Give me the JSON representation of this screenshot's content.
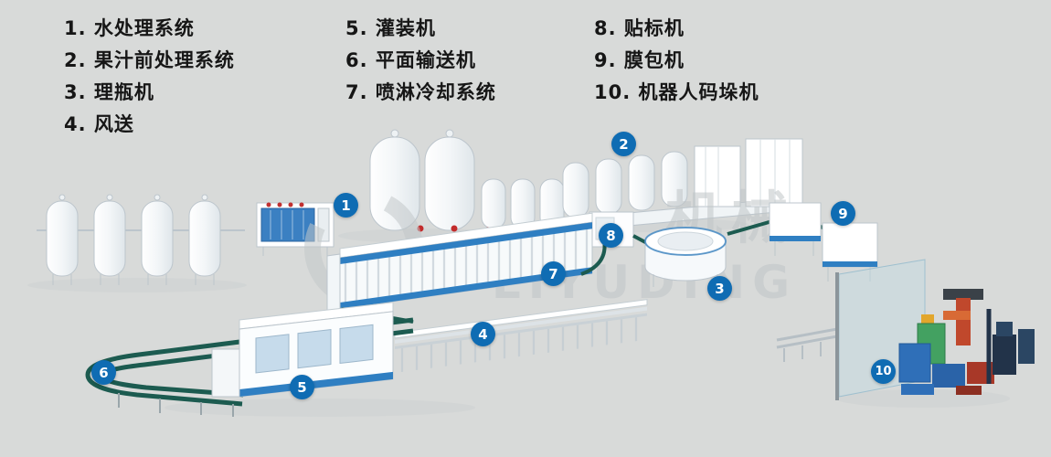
{
  "legend": {
    "columns": [
      {
        "items": [
          "1. 水处理系统",
          "2. 果汁前处理系统",
          "3. 理瓶机",
          "4. 风送"
        ]
      },
      {
        "items": [
          "5. 灌装机",
          "6. 平面输送机",
          "7. 喷淋冷却系统"
        ]
      },
      {
        "items": [
          "8. 贴标机",
          "9. 膜包机",
          "10. 机器人码垛机"
        ]
      }
    ]
  },
  "badges": [
    "1",
    "2",
    "3",
    "4",
    "5",
    "6",
    "7",
    "8",
    "9",
    "10"
  ],
  "watermark": {
    "cn": "机械",
    "en": "LIYUDING"
  },
  "colors": {
    "background": "#d8dad9",
    "badge_blue": "#0f6cb3",
    "accent_blue": "#2f7fc2",
    "conveyor_green": "#1c5b50",
    "legend_text": "#161616"
  }
}
